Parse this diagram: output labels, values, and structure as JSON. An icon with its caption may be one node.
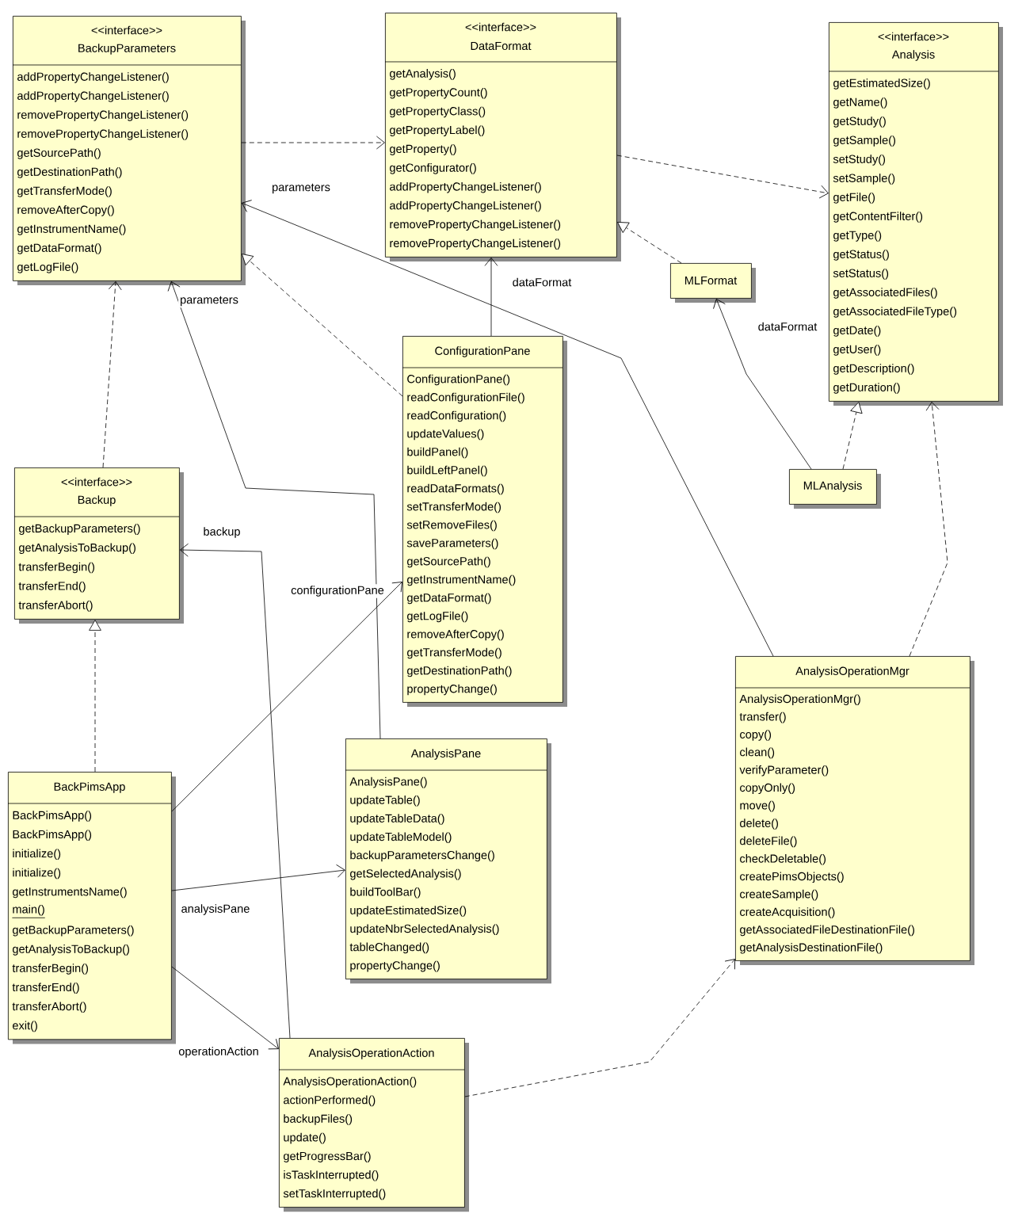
{
  "diagram": {
    "nodes": [
      {
        "text": [
          "<<interface>>",
          "BackupParameters",
          "addPropertyChangeListener()",
          "addPropertyChangeListener()",
          "removePropertyChangeListener()",
          "removePropertyChangeListener()",
          "getSourcePath()",
          "getDestinationPath()",
          "getTransferMode()",
          "removeAfterCopy()",
          "getInstrumentName()",
          "getDataFormat()",
          "getLogFile()"
        ]
      },
      {
        "text": [
          "<<interface>>",
          "DataFormat",
          "getAnalysis()",
          "getPropertyCount()",
          "getPropertyClass()",
          "getPropertyLabel()",
          "getProperty()",
          "getConfigurator()",
          "addPropertyChangeListener()",
          "addPropertyChangeListener()",
          "removePropertyChangeListener()",
          "removePropertyChangeListener()"
        ]
      },
      {
        "text": [
          "<<interface>>",
          "Analysis",
          "getEstimatedSize()",
          "getName()",
          "getStudy()",
          "getSample()",
          "setStudy()",
          "setSample()",
          "getFile()",
          "getContentFilter()",
          "getType()",
          "getStatus()",
          "setStatus()",
          "getAssociatedFiles()",
          "getAssociatedFileType()",
          "getDate()",
          "getUser()",
          "getDescription()",
          "getDuration()"
        ]
      },
      {
        "text": [
          "MLFormat"
        ]
      },
      {
        "text": [
          "ConfigurationPane",
          "ConfigurationPane()",
          "readConfigurationFile()",
          "readConfiguration()",
          "updateValues()",
          "buildPanel()",
          "buildLeftPanel()",
          "readDataFormats()",
          "setTransferMode()",
          "setRemoveFiles()",
          "saveParameters()",
          "getSourcePath()",
          "getInstrumentName()",
          "getDataFormat()",
          "getLogFile()",
          "removeAfterCopy()",
          "getTransferMode()",
          "getDestinationPath()",
          "propertyChange()"
        ]
      },
      {
        "text": [
          "MLAnalysis"
        ]
      },
      {
        "text": [
          "<<interface>>",
          "Backup",
          "getBackupParameters()",
          "getAnalysisToBackup()",
          "transferBegin()",
          "transferEnd()",
          "transferAbort()"
        ]
      },
      {
        "text": [
          "AnalysisOperationMgr",
          "AnalysisOperationMgr()",
          "transfer()",
          "copy()",
          "clean()",
          "verifyParameter()",
          "copyOnly()",
          "move()",
          "delete()",
          "deleteFile()",
          "checkDeletable()",
          "createPimsObjects()",
          "createSample()",
          "createAcquisition()",
          "getAssociatedFileDestinationFile()",
          "getAnalysisDestinationFile()"
        ]
      },
      {
        "text": [
          "BackPimsApp",
          "BackPimsApp()",
          "BackPimsApp()",
          "initialize()",
          "initialize()",
          "getInstrumentsName()",
          "main()",
          "getBackupParameters()",
          "getAnalysisToBackup()",
          "transferBegin()",
          "transferEnd()",
          "transferAbort()",
          "exit()"
        ]
      },
      {
        "text": [
          "AnalysisPane",
          "AnalysisPane()",
          "updateTable()",
          "updateTableData()",
          "updateTableModel()",
          "backupParametersChange()",
          "getSelectedAnalysis()",
          "buildToolBar()",
          "updateEstimatedSize()",
          "updateNbrSelectedAnalysis()",
          "tableChanged()",
          "propertyChange()"
        ]
      },
      {
        "text": [
          "AnalysisOperationAction",
          "AnalysisOperationAction()",
          "actionPerformed()",
          "backupFiles()",
          "update()",
          "getProgressBar()",
          "isTaskInterrupted()",
          "setTaskInterrupted()"
        ]
      }
    ],
    "edges": [
      {
        "from": 0,
        "to": 1,
        "arrow": "to",
        "style": "dashed"
      },
      {
        "from": 1,
        "to": 2,
        "arrow": "to",
        "style": "dashed"
      },
      {
        "from": 3,
        "to": 1,
        "arrow": "to",
        "style": "dashed"
      },
      {
        "from": 4,
        "to": 0,
        "arrow": "to",
        "style": "dashed"
      },
      {
        "from": 6,
        "to": 0,
        "arrow": "to",
        "style": "dashed"
      },
      {
        "from": 8,
        "to": 6,
        "arrow": "to",
        "style": "dashed"
      },
      {
        "from": 5,
        "to": 2,
        "arrow": "to",
        "style": "dashed"
      },
      {
        "from": 7,
        "to": 2,
        "arrow": "to",
        "style": "dashed"
      },
      {
        "from": 5,
        "to": 3,
        "arrow": "to",
        "label": "dataFormat"
      },
      {
        "from": 4,
        "to": 1,
        "arrow": "to",
        "label": "dataFormat"
      },
      {
        "from": 7,
        "to": 0,
        "arrow": "to",
        "label": "parameters"
      },
      {
        "from": 9,
        "to": 0,
        "arrow": "to",
        "label": "parameters"
      },
      {
        "from": 10,
        "to": 6,
        "arrow": "to",
        "label": "backup"
      },
      {
        "from": 8,
        "to": 4,
        "arrow": "to",
        "label": "configurationPane"
      },
      {
        "from": 8,
        "to": 9,
        "arrow": "to",
        "label": "analysisPane"
      },
      {
        "from": 8,
        "to": 10,
        "arrow": "to",
        "label": "operationAction"
      },
      {
        "from": 10,
        "to": 7,
        "arrow": "to",
        "style": "dashed"
      }
    ]
  }
}
